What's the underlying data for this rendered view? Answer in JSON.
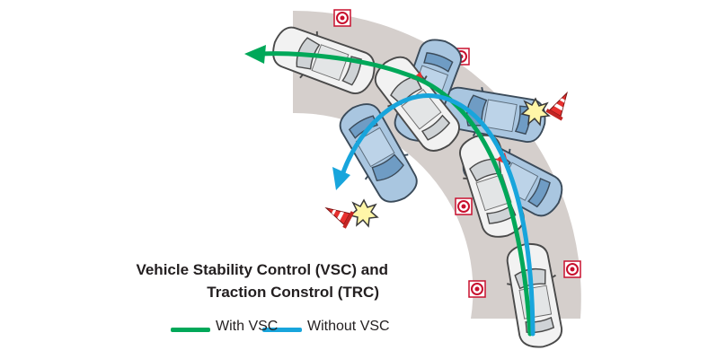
{
  "title": {
    "line1": "Vehicle Stability Control (VSC) and",
    "line2": "Traction Constrol (TRC)"
  },
  "legend": [
    {
      "label": "With VSC",
      "color": "#00a859"
    },
    {
      "label": "Without VSC",
      "color": "#18a5dc"
    }
  ],
  "colors": {
    "road": "#d5cfcc",
    "car_white": "#f2f2f2",
    "car_blue": "#a9c6e0",
    "car_outline": "#4a4a4a",
    "cone": "#e8312f",
    "marker": "#c8102e"
  },
  "icons": [
    "car-icon",
    "traffic-cone-icon",
    "impact-burst-icon",
    "target-marker-icon",
    "arrow-icon"
  ]
}
